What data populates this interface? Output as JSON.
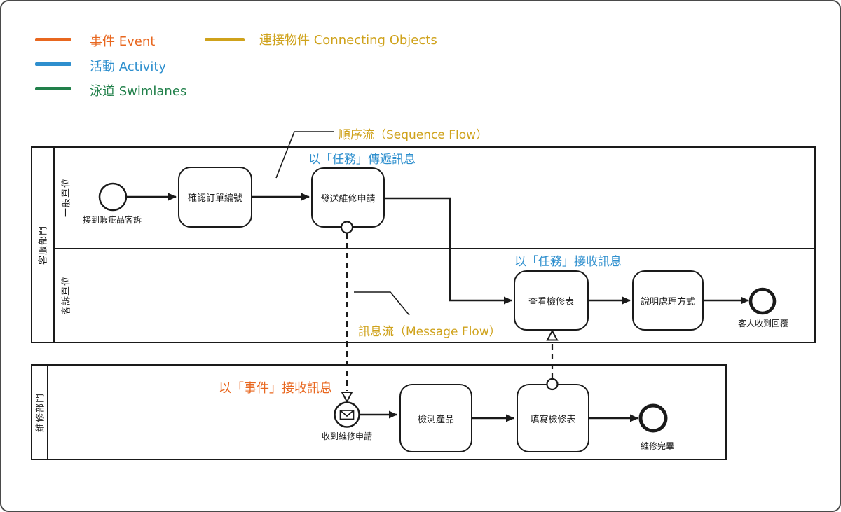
{
  "colors": {
    "event_orange": "#E8671F",
    "activity_blue": "#2E8FCE",
    "swimlane_green": "#21804A",
    "connecting_gold": "#CFA21B",
    "diagram_black": "#1A1A1A"
  },
  "legend": {
    "items": [
      {
        "id": "event",
        "label": "事件 Event",
        "color": "#E8671F"
      },
      {
        "id": "activity",
        "label": "活動 Activity",
        "color": "#2E8FCE"
      },
      {
        "id": "swimlanes",
        "label": "泳道 Swimlanes",
        "color": "#21804A"
      },
      {
        "id": "connecting-objects",
        "label": "連接物件 Connecting Objects",
        "color": "#CFA21B"
      }
    ]
  },
  "annotations": {
    "sequence_flow_label": "順序流（Sequence Flow）",
    "message_flow_label": "訊息流（Message Flow）",
    "send_by_task_label": "以「任務」傳遞訊息",
    "receive_by_task_label": "以「任務」接收訊息",
    "receive_by_event_label": "以「事件」接收訊息"
  },
  "pools": {
    "customer_service": {
      "name": "客服部門",
      "lanes": {
        "general": {
          "name": "一般單位"
        },
        "complaint": {
          "name": "客訴單位"
        }
      }
    },
    "repair": {
      "name": "維修部門"
    }
  },
  "nodes": {
    "start_event_label": "接到瑕疵品客訴",
    "task_confirm_order": "確認訂單編號",
    "task_send_request": "發送維修申請",
    "task_view_form": "查看檢修表",
    "task_explain_method": "說明處理方式",
    "end_event_customer_label": "客人收到回覆",
    "message_event_label": "收到維修申請",
    "task_inspect_product": "檢測產品",
    "task_fill_form": "填寫檢修表",
    "end_event_repair_label": "維修完畢"
  }
}
